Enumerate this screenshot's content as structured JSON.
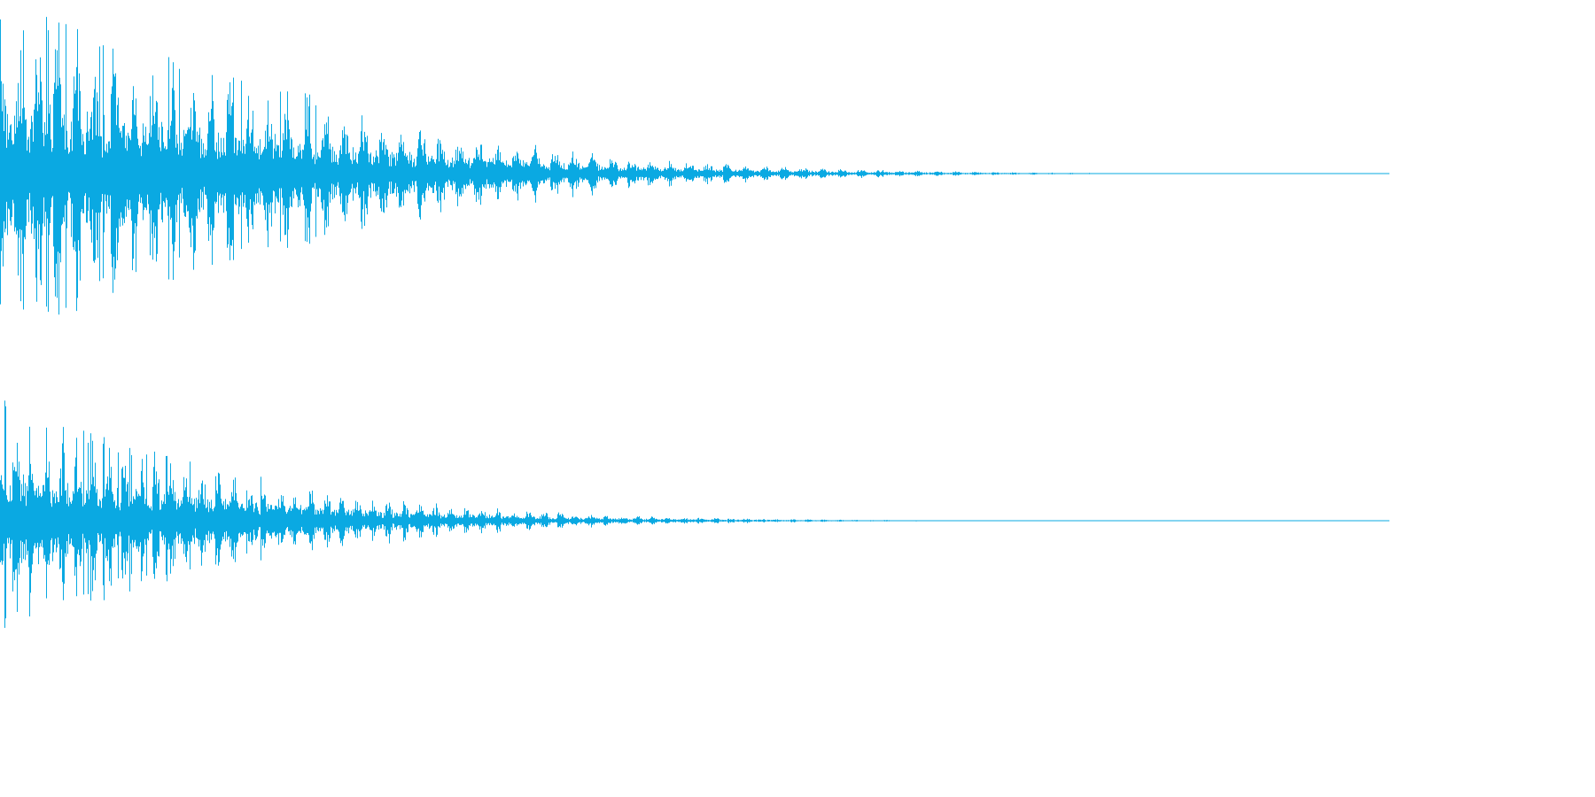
{
  "waveform": {
    "color": "#0aa9e2",
    "background": "#ffffff",
    "channels": [
      {
        "id": "channel-1",
        "peak_amplitude": 1.0,
        "envelope": [
          1.0,
          0.86,
          0.74,
          0.62,
          0.5,
          0.39,
          0.29,
          0.21,
          0.15,
          0.1,
          0.07,
          0.045,
          0.03,
          0.018,
          0.01,
          0.005,
          0.002,
          0.0
        ],
        "pulse_count": 63
      },
      {
        "id": "channel-2",
        "peak_amplitude": 0.85,
        "envelope": [
          1.0,
          0.78,
          0.62,
          0.48,
          0.36,
          0.27,
          0.2,
          0.14,
          0.1,
          0.065,
          0.04,
          0.028,
          0.018,
          0.01,
          0.006,
          0.003,
          0.001,
          0.0
        ],
        "pulse_count": 70
      }
    ]
  }
}
